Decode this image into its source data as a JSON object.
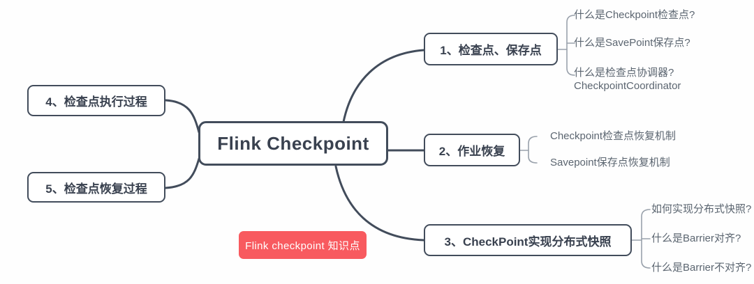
{
  "root": {
    "label": "Flink Checkpoint"
  },
  "badge": {
    "label": "Flink  checkpoint 知识点"
  },
  "left_branches": [
    {
      "label": "4、检查点执行过程"
    },
    {
      "label": "5、检查点恢复过程"
    }
  ],
  "branches": [
    {
      "label": "1、检查点、保存点",
      "leaves": [
        {
          "text": "什么是Checkpoint检查点?"
        },
        {
          "text": "什么是SavePoint保存点?"
        },
        {
          "text": "什么是检查点协调器?",
          "text2": "CheckpointCoordinator"
        }
      ]
    },
    {
      "label": "2、作业恢复",
      "leaves": [
        {
          "text": "Checkpoint检查点恢复机制"
        },
        {
          "text": "Savepoint保存点恢复机制"
        }
      ]
    },
    {
      "label": "3、CheckPoint实现分布式快照",
      "leaves": [
        {
          "text": "如何实现分布式快照?"
        },
        {
          "text": "什么是Barrier对齐?"
        },
        {
          "text": "什么是Barrier不对齐?"
        }
      ]
    }
  ],
  "colors": {
    "node_border": "#424c5b",
    "node_text": "#39414f",
    "leaf_text": "#5b6570",
    "leaf_line": "#99a1ab",
    "badge_bg": "#f85a5f",
    "badge_text": "#ffffff"
  }
}
